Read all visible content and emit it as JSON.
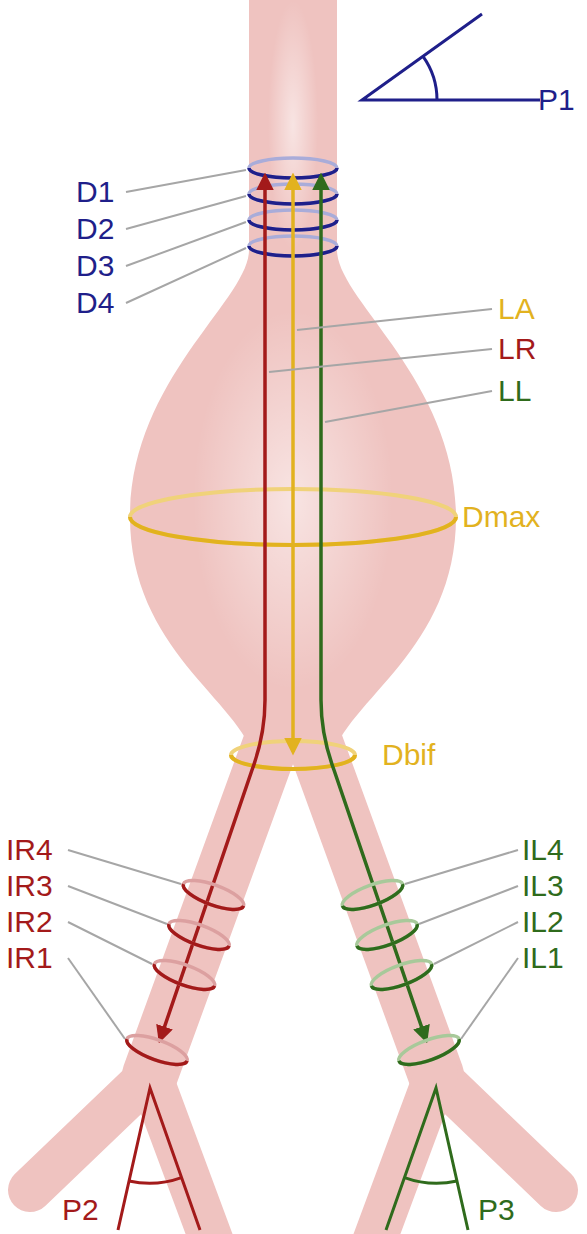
{
  "diagram": {
    "labels": [
      "P1",
      "D1",
      "D2",
      "D3",
      "D4",
      "LA",
      "LR",
      "LL",
      "Dmax",
      "Dbif",
      "IR4",
      "IR3",
      "IR2",
      "IR1",
      "IL4",
      "IL3",
      "IL2",
      "IL1",
      "P2",
      "P3"
    ]
  }
}
